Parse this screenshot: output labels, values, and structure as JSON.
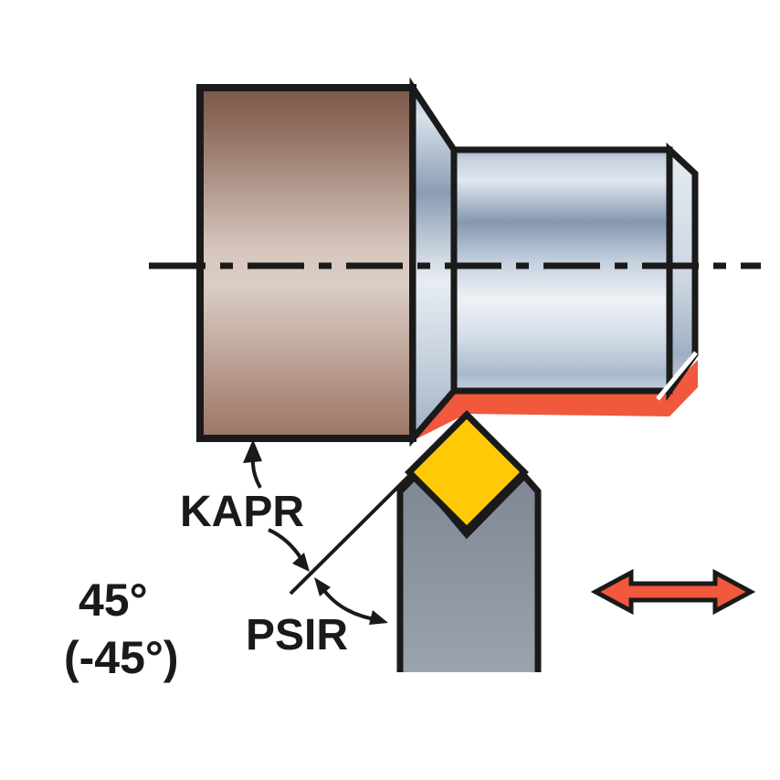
{
  "diagram": {
    "labels": {
      "entering_angle": "KAPR",
      "lead_angle": "PSIR",
      "angle_value": "45°",
      "angle_value_secondary": "(-45°)"
    },
    "icons": {
      "feed_direction_arrow": "horizontal-double-headed-arrow",
      "kapr_pointer": "up-arrow-leader",
      "kapr_angle_pointer": "curved-arrow-to-cutting-edge-line",
      "psir_angle_pointer": "curved-double-arrow-to-holder-edge",
      "centerline": "dash-dot-axis-line"
    },
    "colors": {
      "outline": "#1A1A1A",
      "insert": "#FFC907",
      "machined_surface": "#F1583C",
      "feed_arrow": "#F1583C",
      "holder_top": "#7E8793",
      "holder_bottom": "#9BA3AE",
      "brown_top": "#7A5A4B",
      "brown_mid": "#8D6A5B",
      "brown_light": "#DBCEC6",
      "brown_bottom": "#9C7564",
      "steel_dark": "#8598B1",
      "steel_light": "#EEF2F6",
      "steel_mid": "#A9B9CC",
      "background": "#FFFFFF"
    }
  }
}
